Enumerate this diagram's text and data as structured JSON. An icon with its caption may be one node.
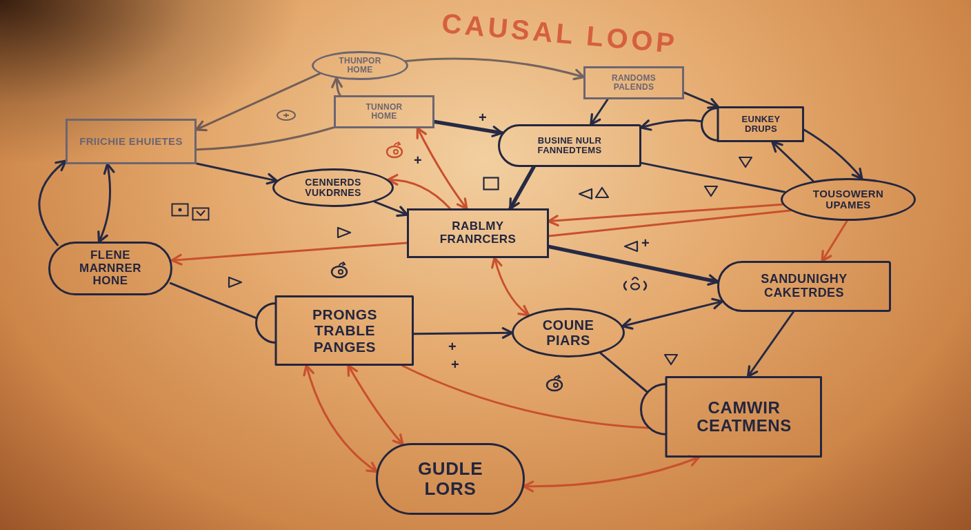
{
  "diagram": {
    "title": "CAUSAL LOOP",
    "nodes": [
      {
        "text": [
          "THUNPOR HOME"
        ]
      },
      {
        "text": [
          "RANDOMS PALENDS"
        ]
      },
      {
        "text": [
          "TUNNOR HOME"
        ]
      },
      {
        "text": [
          "FRIICHIE EHUIETES"
        ]
      },
      {
        "text": [
          "EUNKEY DRUPS"
        ]
      },
      {
        "text": [
          "BUSINE NULR FANNEDTEMS"
        ]
      },
      {
        "text": [
          "CENNERDS VUKDRNES"
        ]
      },
      {
        "text": [
          "TOUSOWERN UPAMES"
        ]
      },
      {
        "text": [
          "RABLMY FRANRCERS"
        ]
      },
      {
        "text": [
          "FLENE MARNRER HONE"
        ]
      },
      {
        "text": [
          "SANDUNIGHY CAKETRDES"
        ]
      },
      {
        "text": [
          "PRONGS TRABLE PANGES"
        ]
      },
      {
        "text": [
          "COUNE PIARS"
        ]
      },
      {
        "text": [
          "CAMWIR CEATMENS"
        ]
      },
      {
        "text": [
          "GUDLE LORS"
        ]
      }
    ],
    "edges": [
      {
        "from": 0,
        "to": 1,
        "arrow": "to"
      },
      {
        "from": 2,
        "to": 0,
        "arrow": "to"
      },
      {
        "from": 0,
        "to": 3,
        "arrow": "to"
      },
      {
        "from": 3,
        "to": 2,
        "arrow": "none"
      },
      {
        "from": 3,
        "to": 6,
        "arrow": "to"
      },
      {
        "from": 2,
        "to": 5,
        "arrow": "to",
        "style": "thick"
      },
      {
        "from": 1,
        "to": 5,
        "arrow": "to"
      },
      {
        "from": 4,
        "to": 5,
        "arrow": "to"
      },
      {
        "from": 1,
        "to": 4,
        "arrow": "to"
      },
      {
        "from": 5,
        "to": 8,
        "arrow": "to",
        "style": "thick"
      },
      {
        "from": 5,
        "to": 7,
        "arrow": "none"
      },
      {
        "from": 7,
        "to": 4,
        "arrow": "to"
      },
      {
        "from": 4,
        "to": 7,
        "arrow": "to"
      },
      {
        "from": 7,
        "to": 8,
        "arrow": "to",
        "color": "#c8502e"
      },
      {
        "from": 7,
        "to": 8,
        "arrow": "none",
        "color": "#c8502e"
      },
      {
        "from": 7,
        "to": 10,
        "arrow": "to",
        "color": "#c8502e"
      },
      {
        "from": 6,
        "to": 8,
        "arrow": "to"
      },
      {
        "from": 8,
        "to": 9,
        "arrow": "to",
        "color": "#c8502e"
      },
      {
        "from": 9,
        "to": 3,
        "arrow": "to"
      },
      {
        "from": 3,
        "to": 9,
        "arrow": "both"
      },
      {
        "from": 9,
        "to": 11,
        "arrow": "none"
      },
      {
        "from": 2,
        "to": 8,
        "arrow": "both",
        "color": "#c8502e"
      },
      {
        "from": 8,
        "to": 6,
        "arrow": "to",
        "color": "#c8502e"
      },
      {
        "from": 8,
        "to": 10,
        "arrow": "to",
        "style": "thick"
      },
      {
        "from": 8,
        "to": 12,
        "arrow": "both",
        "color": "#c8502e"
      },
      {
        "from": 12,
        "to": 10,
        "arrow": "both"
      },
      {
        "from": 11,
        "to": 12,
        "arrow": "to"
      },
      {
        "from": 12,
        "to": 13,
        "arrow": "none"
      },
      {
        "from": 10,
        "to": 13,
        "arrow": "to"
      },
      {
        "from": 11,
        "to": 13,
        "arrow": "none",
        "color": "#c8502e"
      },
      {
        "from": 11,
        "to": 14,
        "arrow": "both",
        "color": "#c8502e"
      },
      {
        "from": 11,
        "to": 14,
        "arrow": "both",
        "color": "#c8502e"
      },
      {
        "from": 14,
        "to": 13,
        "arrow": "both",
        "color": "#c8502e"
      }
    ],
    "labels": [
      "+",
      "+",
      "+",
      "+",
      "+"
    ]
  }
}
